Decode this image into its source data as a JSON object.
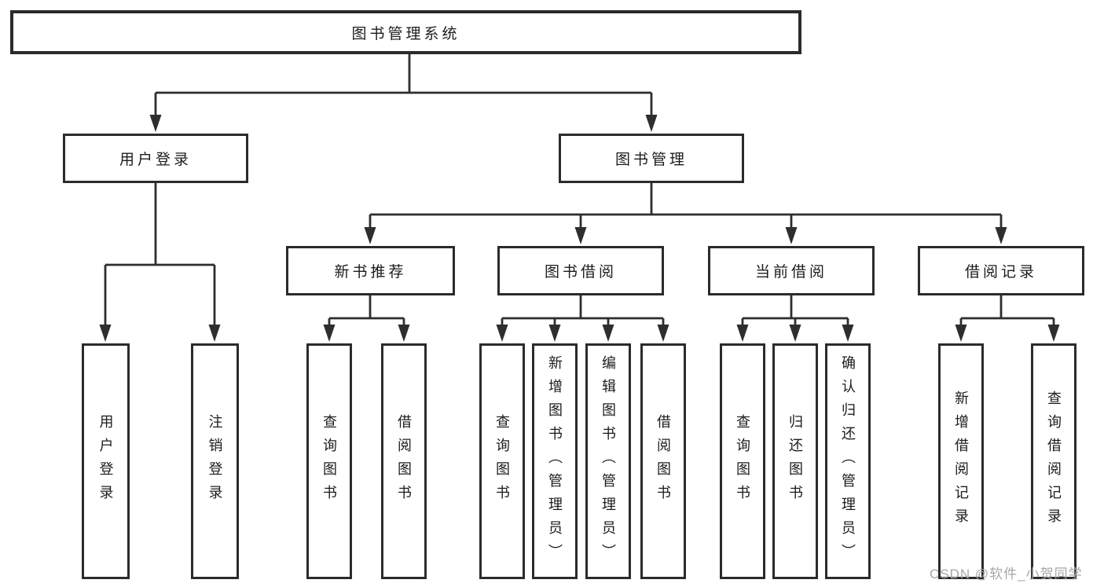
{
  "diagram_type": "hierarchy-tree",
  "tree": {
    "label": "图书管理系统",
    "children": [
      {
        "label": "用户登录",
        "children": [
          {
            "label": "用户登录"
          },
          {
            "label": "注销登录"
          }
        ]
      },
      {
        "label": "图书管理",
        "children": [
          {
            "label": "新书推荐",
            "children": [
              {
                "label": "查询图书"
              },
              {
                "label": "借阅图书"
              }
            ]
          },
          {
            "label": "图书借阅",
            "children": [
              {
                "label": "查询图书"
              },
              {
                "label": "新增图书（管理员）"
              },
              {
                "label": "编辑图书（管理员）"
              },
              {
                "label": "借阅图书"
              }
            ]
          },
          {
            "label": "当前借阅",
            "children": [
              {
                "label": "查询图书"
              },
              {
                "label": "归还图书"
              },
              {
                "label": "确认归还（管理员）"
              }
            ]
          },
          {
            "label": "借阅记录",
            "children": [
              {
                "label": "新增借阅记录"
              },
              {
                "label": "查询借阅记录"
              }
            ]
          }
        ]
      }
    ]
  },
  "watermark": "CSDN @软件_小贺同学",
  "colors": {
    "line": "#2e2e2e",
    "box_border": "#2b2b2b",
    "box_fill": "#ffffff",
    "text": "#1c1c1c",
    "background": "#ffffff",
    "watermark": "#a6a6a6"
  }
}
